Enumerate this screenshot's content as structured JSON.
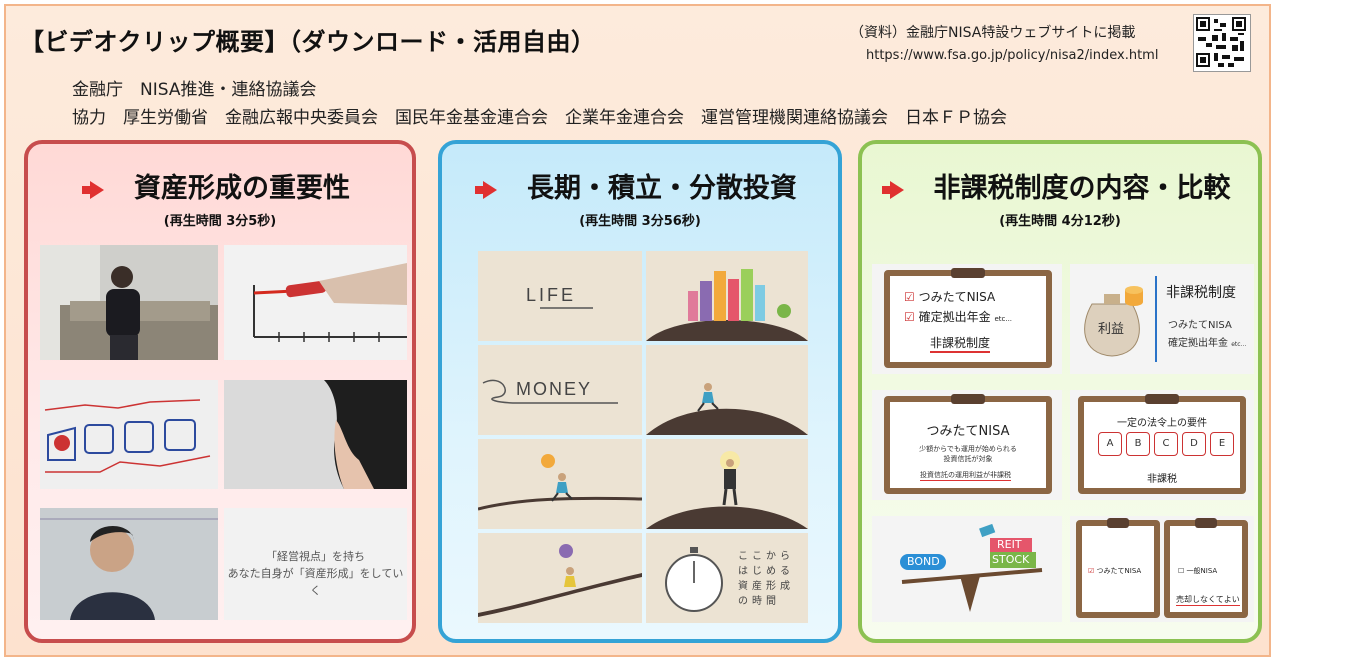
{
  "header": {
    "title": "【ビデオクリップ概要】（ダウンロード・活用自由）",
    "source_label": "（資料）金融庁NISA特設ウェブサイトに掲載",
    "source_url": "https://www.fsa.go.jp/policy/nisa2/index.html",
    "organizer": "金融庁　NISA推進・連絡協議会",
    "cooperation": "協力　厚生労働省　金融広報中央委員会　国民年金基金連合会　企業年金連合会　運営管理機関連絡協議会　日本ＦＰ協会"
  },
  "panels": [
    {
      "title": "資産形成の重要性",
      "duration": "(再生時間 3分5秒)",
      "frame_color": "#c74d4d",
      "still_text": "「経営視点」を持ち\nあなた自身が「資産形成」をしていく"
    },
    {
      "title": "長期・積立・分散投資",
      "duration": "(再生時間 3分56秒)",
      "frame_color": "#35a3d6",
      "word_life": "LIFE",
      "word_money": "MONEY",
      "clock_text": "ここから\nはじめる\n資産形成\nの時間"
    },
    {
      "title": "非課税制度の内容・比較",
      "duration": "(再生時間 4分12秒)",
      "frame_color": "#8cc152",
      "card1": {
        "line1": "つみたてNISA",
        "line2": "確定拠出年金",
        "line2_suffix": "etc...",
        "footer": "非課税制度"
      },
      "card2": {
        "bag": "利益",
        "heading": "非課税制度",
        "line1": "つみたてNISA",
        "line2": "確定拠出年金",
        "suffix": "etc..."
      },
      "card3": {
        "heading": "つみたてNISA",
        "line1": "少額からでも運用が始められる",
        "line2": "投資信託が対象",
        "footer": "投資信託の運用利益が非課税"
      },
      "card4": {
        "heading": "一定の法令上の要件",
        "badges": [
          "A",
          "B",
          "C",
          "D",
          "E"
        ],
        "footer": "非課税"
      },
      "card5": {
        "bond": "BOND",
        "reit": "REIT",
        "stock": "STOCK"
      },
      "card6": {
        "left": "つみたてNISA",
        "right": "一般NISA",
        "footer": "売却しなくてよい"
      }
    }
  ]
}
